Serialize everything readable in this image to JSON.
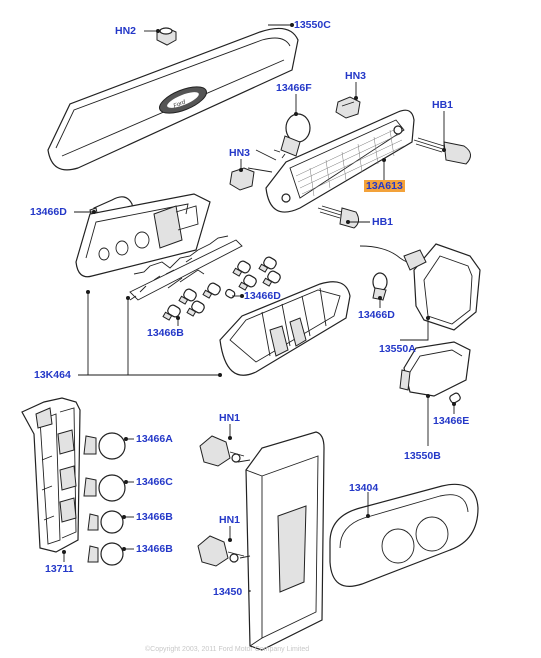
{
  "labels": {
    "hn2": "HN2",
    "c13550c": "13550C",
    "c13466f": "13466F",
    "hn3_top": "HN3",
    "hb1_top": "HB1",
    "hn3_left": "HN3",
    "c13a613": "13A613",
    "hb1_mid": "HB1",
    "c13466d_left": "13466D",
    "c13466d_mid": "13466D",
    "c13466b_mid": "13466B",
    "c13466d_right": "13466D",
    "c13550a": "13550A",
    "c13k464": "13K464",
    "c13466e": "13466E",
    "c13550b": "13550B",
    "c13466a": "13466A",
    "c13466c": "13466C",
    "c13466b_r1": "13466B",
    "c13466b_r2": "13466B",
    "hn1_top": "HN1",
    "hn1_bot": "HN1",
    "c13404": "13404",
    "c13711": "13711",
    "c13450": "13450"
  },
  "footer": "©Copyright 2003, 2011 Ford Motor Company Limited",
  "colors": {
    "label": "#2438c8",
    "highlight": "#f3a23a",
    "line": "#1a1a1a"
  }
}
